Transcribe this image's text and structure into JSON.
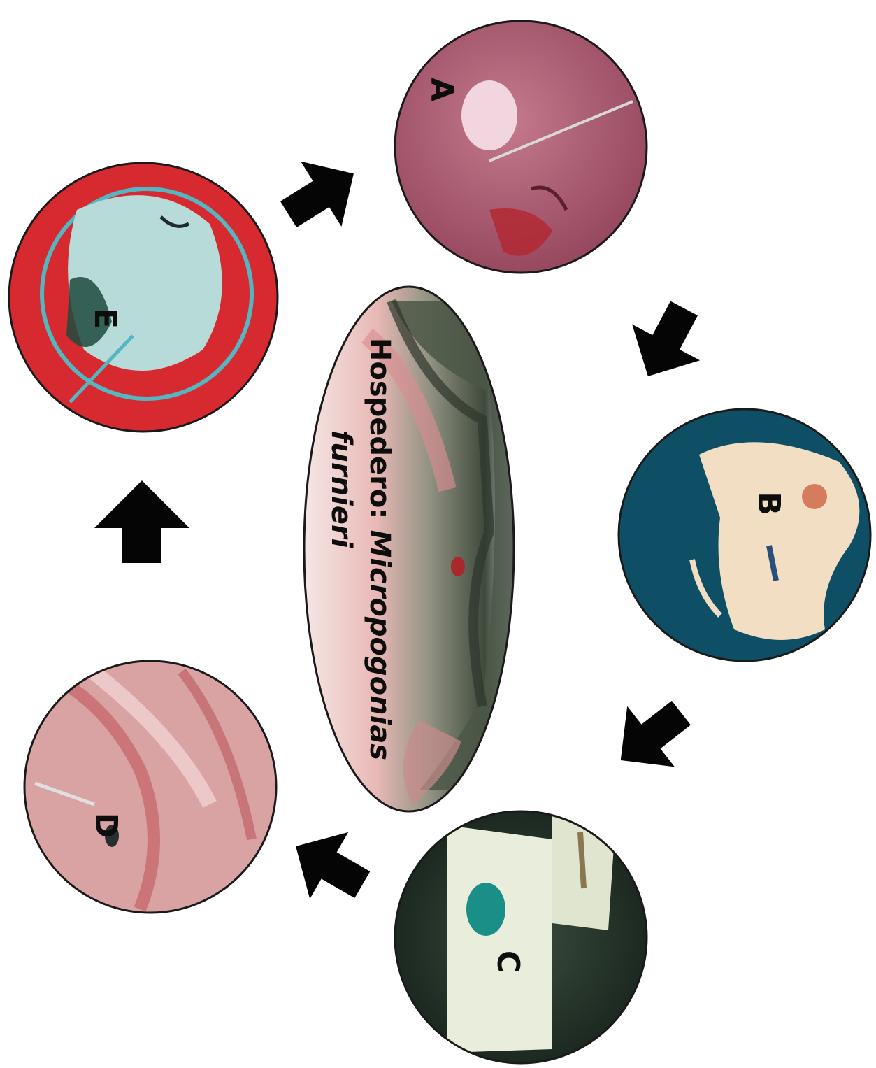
{
  "center": {
    "caption_prefix": "Hospedero:",
    "caption_genus": "Micropogonias",
    "caption_species": "furnieri"
  },
  "panels": [
    {
      "id": "A",
      "label": "A",
      "icon": "tissue-with-needle-photo"
    },
    {
      "id": "B",
      "label": "B",
      "icon": "tissue-on-blue-background-photo"
    },
    {
      "id": "C",
      "label": "C",
      "icon": "stained-tissue-strips-photo"
    },
    {
      "id": "D",
      "label": "D",
      "icon": "dissected-fish-muscle-photo"
    },
    {
      "id": "E",
      "label": "E",
      "icon": "petri-dish-culture-photo"
    }
  ],
  "arrows": [
    "A-to-B",
    "B-to-C",
    "C-to-D",
    "D-to-E",
    "E-to-A"
  ],
  "colors": {
    "arrow": "#050505",
    "circle_border": "#1a1a1a",
    "panel_a_bg": "#a2536a",
    "panel_b_bg": "#0e4f66",
    "panel_c_bg": "#1c2a22",
    "panel_d_bg": "#d9a3a3",
    "panel_e_bg": "#d62a30"
  }
}
